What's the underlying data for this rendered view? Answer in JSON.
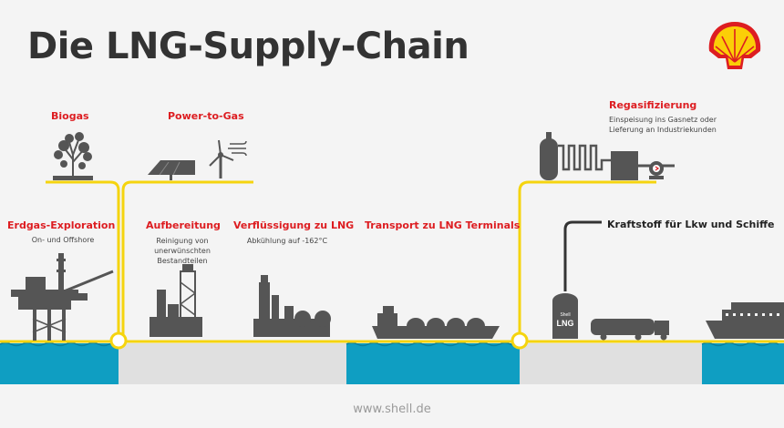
{
  "title": "Die LNG-Supply-Chain",
  "logo": {
    "icon": "shell-pecten-icon",
    "colors": {
      "red": "#dd1d21",
      "yellow": "#fbce07"
    }
  },
  "stations": {
    "biogas": {
      "label": "Biogas"
    },
    "power_to_gas": {
      "label": "Power-to-Gas"
    },
    "exploration": {
      "label": "Erdgas-Exploration",
      "desc": "On- und Offshore"
    },
    "processing": {
      "label": "Aufbereitung",
      "desc_lines": [
        "Reinigung von",
        "unerwünschten",
        "Bestandteilen"
      ]
    },
    "liquefaction": {
      "label": "Verflüssigung zu LNG",
      "desc": "Abkühlung auf -162°C"
    },
    "transport": {
      "label": "Transport zu LNG Terminals"
    },
    "regasification": {
      "label": "Regasifizierung",
      "desc_lines": [
        "Einspeisung ins Gasnetz oder",
        "Lieferung an Industriekunden"
      ]
    },
    "fuel": {
      "label": "Kraftstoff für Lkw und Schiffe"
    }
  },
  "tank_label": {
    "brand": "Shell",
    "text": "LNG"
  },
  "footer": "www.shell.de",
  "colors": {
    "line": "#f5d40f",
    "water": "#0f9ec2",
    "ground": "#e0e0e0",
    "silhouette": "#555555",
    "accent_red": "#dd1d21"
  }
}
